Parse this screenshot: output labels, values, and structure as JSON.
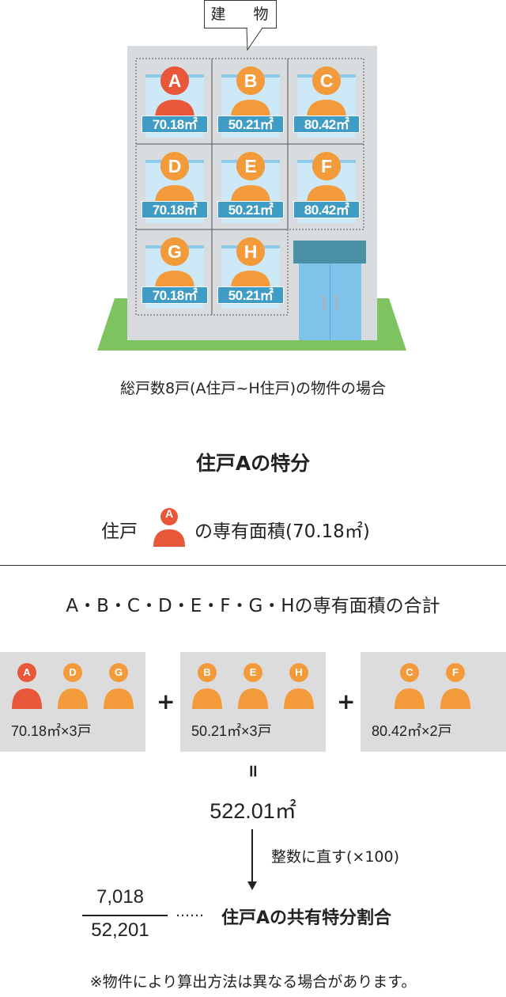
{
  "callout_label": "建　物",
  "building_caption": "総戸数8戸(A住戸~H住戸)の物件の場合",
  "section_title": "住戸Aの特分",
  "unit_a_line": {
    "prefix": "住戸",
    "badge": "A",
    "suffix": "の専有面積(70.18㎡)"
  },
  "units": [
    {
      "id": "A",
      "area": "70.18㎡",
      "highlight": true
    },
    {
      "id": "B",
      "area": "50.21㎡",
      "highlight": false
    },
    {
      "id": "C",
      "area": "80.42㎡",
      "highlight": false
    },
    {
      "id": "D",
      "area": "70.18㎡",
      "highlight": false
    },
    {
      "id": "E",
      "area": "50.21㎡",
      "highlight": false
    },
    {
      "id": "F",
      "area": "80.42㎡",
      "highlight": false
    },
    {
      "id": "G",
      "area": "70.18㎡",
      "highlight": false
    },
    {
      "id": "H",
      "area": "50.21㎡",
      "highlight": false
    }
  ],
  "sum_heading": "A・B・C・D・E・F・G・Hの専有面積の合計",
  "groups": [
    {
      "members": [
        "A",
        "D",
        "G"
      ],
      "label": "70.18㎡×3戸"
    },
    {
      "members": [
        "B",
        "E",
        "H"
      ],
      "label": "50.21㎡×3戸"
    },
    {
      "members": [
        "C",
        "F"
      ],
      "label": "80.42㎡×2戸"
    }
  ],
  "plus_symbol": "+",
  "equals_symbol": "=",
  "total_area": "522.01㎡",
  "conversion_note": "整数に直す(×100)",
  "fraction": {
    "numerator": "7,018",
    "denominator": "52,201"
  },
  "dots": "……",
  "result_label": "住戸Aの共有特分割合",
  "footnote": "※物件により算出方法は異なる場合があります。",
  "colors": {
    "highlight": "#e8573a",
    "person": "#f39a3b",
    "area_label": "#3f9cc4",
    "window": "#cde9f7",
    "building": "#d9dcdf",
    "ground": "#7dc460",
    "door": "#7fc4ea",
    "awning": "#4a90a4",
    "group_box": "#dcdcdc"
  }
}
